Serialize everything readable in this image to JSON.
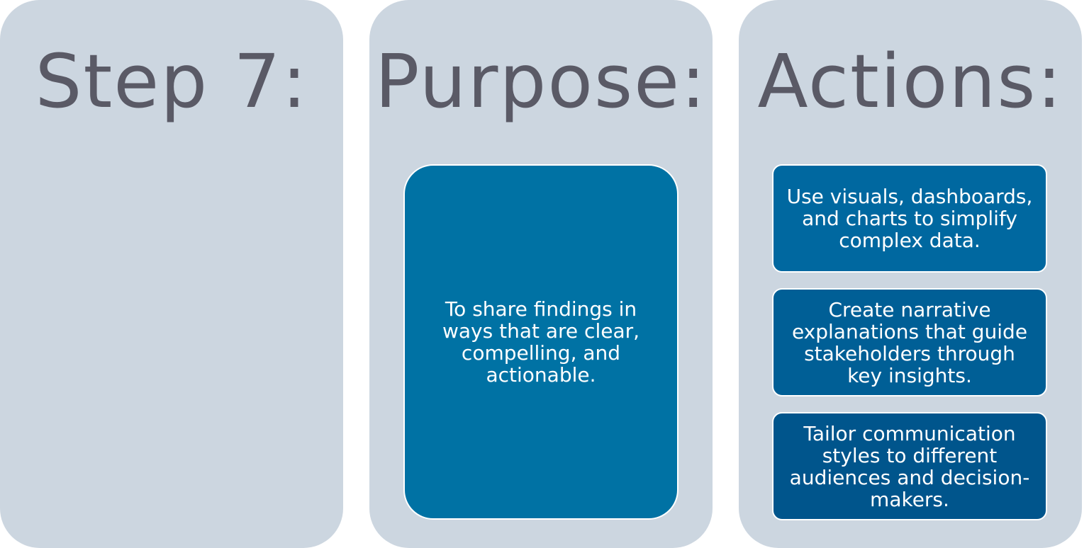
{
  "step_panel": {
    "heading": "Step 7:"
  },
  "purpose_panel": {
    "heading": "Purpose:",
    "text": "To share findings in ways that are clear, compelling, and actionable."
  },
  "actions_panel": {
    "heading": "Actions:",
    "items": [
      {
        "text": "Use visuals, dashboards, and charts to simplify complex data."
      },
      {
        "text": "Create narrative explanations that guide stakeholders through key insights."
      },
      {
        "text": "Tailor communication styles to different audiences and decision-makers."
      }
    ]
  },
  "colors": {
    "panel_background": "#ccd6e0",
    "heading_text": "#5a5a66",
    "purpose_box": "#0072a4",
    "action_box_1": "#0068a0",
    "action_box_2": "#005f96",
    "action_box_3": "#00558c"
  }
}
